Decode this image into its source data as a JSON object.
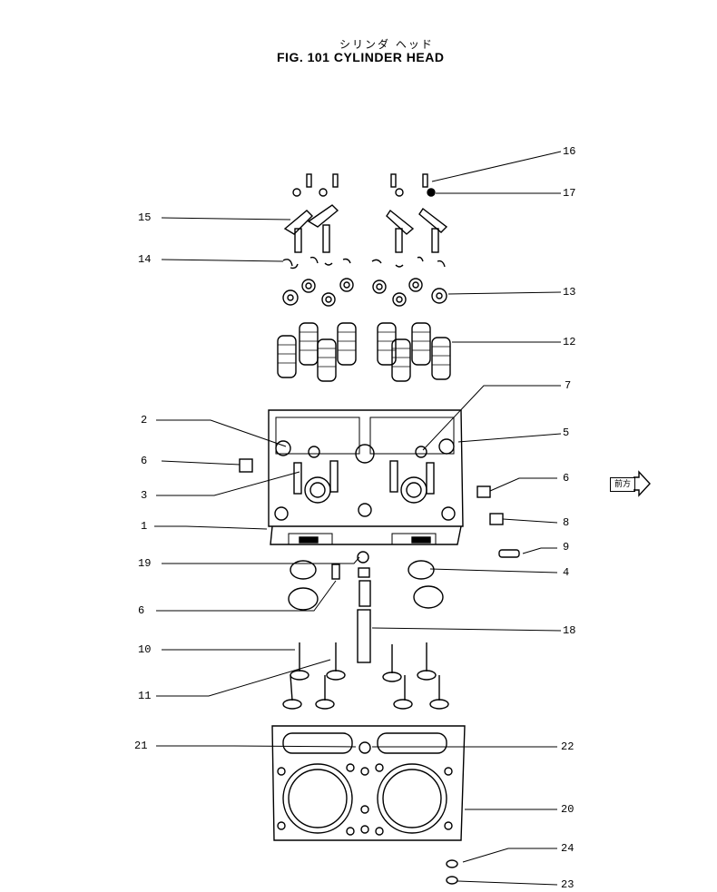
{
  "title": {
    "japanese": "シリンダ ヘッド",
    "english": "FIG. 101  CYLINDER HEAD"
  },
  "front_label": "前方",
  "callouts": [
    {
      "id": "c16",
      "text": "16"
    },
    {
      "id": "c17",
      "text": "17"
    },
    {
      "id": "c15",
      "text": "15"
    },
    {
      "id": "c14",
      "text": "14"
    },
    {
      "id": "c13",
      "text": "13"
    },
    {
      "id": "c12",
      "text": "12"
    },
    {
      "id": "c7",
      "text": "7"
    },
    {
      "id": "c2",
      "text": "2"
    },
    {
      "id": "c5",
      "text": "5"
    },
    {
      "id": "c6a",
      "text": "6"
    },
    {
      "id": "c6b",
      "text": "6"
    },
    {
      "id": "c3",
      "text": "3"
    },
    {
      "id": "c8",
      "text": "8"
    },
    {
      "id": "c1",
      "text": "1"
    },
    {
      "id": "c9",
      "text": "9"
    },
    {
      "id": "c19",
      "text": "19"
    },
    {
      "id": "c4",
      "text": "4"
    },
    {
      "id": "c6c",
      "text": "6"
    },
    {
      "id": "c18",
      "text": "18"
    },
    {
      "id": "c10",
      "text": "10"
    },
    {
      "id": "c11",
      "text": "11"
    },
    {
      "id": "c21",
      "text": "21"
    },
    {
      "id": "c22",
      "text": "22"
    },
    {
      "id": "c20",
      "text": "20"
    },
    {
      "id": "c24",
      "text": "24"
    },
    {
      "id": "c23",
      "text": "23"
    }
  ]
}
